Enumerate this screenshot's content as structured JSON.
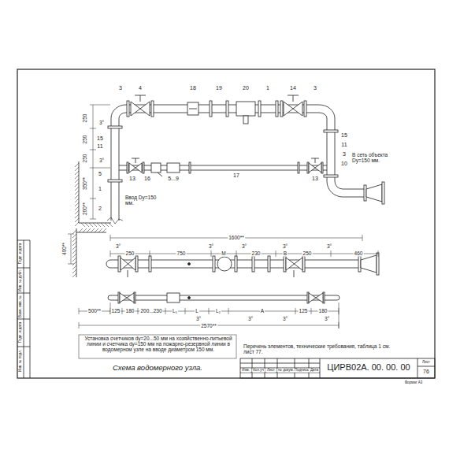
{
  "diagram": {
    "title": "Схема водомерного узла.",
    "labels": [
      "3",
      "4",
      "18",
      "19",
      "20",
      "1",
      "14",
      "3",
      "250",
      "3°",
      "250",
      "15",
      "11",
      "250",
      "3°",
      "5",
      "16",
      "5...9",
      "17",
      "15",
      "11",
      "3",
      "10",
      "13",
      "13",
      "350**",
      "1",
      "200**",
      "2",
      "Ввод Dу=150 мм.",
      "В сеть объекта Dу=150 мм.",
      "1600**",
      "400**",
      "3°",
      "250",
      "750",
      "3°",
      "M",
      "3°",
      "230",
      "B",
      "3°",
      "250",
      "3°",
      "460",
      "500**",
      "125",
      "180",
      "200...230",
      "L₁",
      "L",
      "L₂",
      "A",
      "125",
      "180",
      "3°",
      "3°",
      "3°",
      "3°",
      "2570**",
      "Установка счетчиков dу=20...50 мм на хозяйственно-питьевой линии и счетчика dу=150 мм на пожарно-резервной линии в водомерном узле на вводе диаметром 150 мм.",
      "Перечень элементов, технические требования, таблица 1 см. лист 77.",
      "Изм.",
      "Кол.уч",
      "Лист",
      "№ докум.",
      "Подпись",
      "Дата",
      "ЦИРВ02А. 00. 00. 00",
      "Лист",
      "76",
      "Формат А3",
      "Инв. № подл.",
      "Подп. и дата",
      "Взам. инв. №",
      "Инв. № дубл.",
      "Подп. и дата"
    ]
  }
}
